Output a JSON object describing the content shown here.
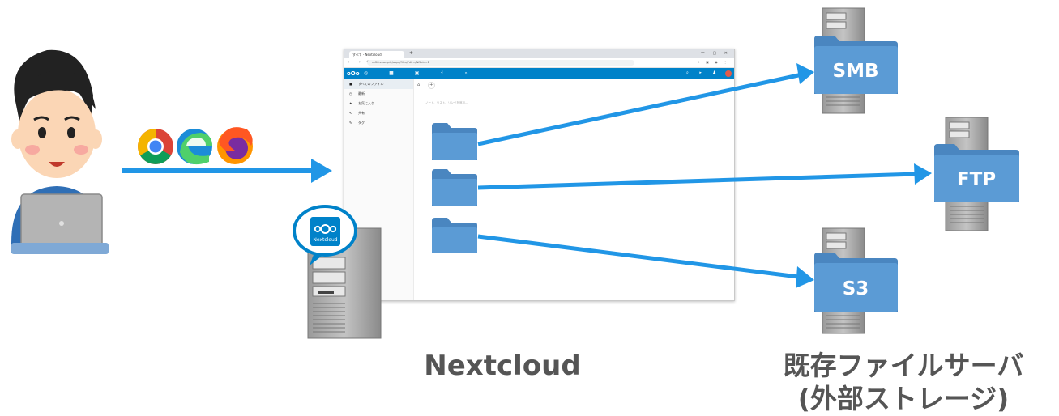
{
  "labels": {
    "nextcloud": "Nextcloud",
    "servers_line1": "既存ファイルサーバ",
    "servers_line2": "(外部ストレージ)"
  },
  "storages": [
    {
      "label": "SMB"
    },
    {
      "label": "FTP"
    },
    {
      "label": "S3"
    }
  ],
  "browsers": [
    {
      "icon": "chrome-icon"
    },
    {
      "icon": "edge-icon"
    },
    {
      "icon": "firefox-icon"
    }
  ],
  "nextcloud_badge": "Nextcloud",
  "screenshot": {
    "tab_title": "すべて - Nextcloud",
    "url": "nc28.example/apps/files/?dir=/&fileid=1",
    "sidebar": [
      {
        "icon": "■",
        "label": "すべてのファイル"
      },
      {
        "icon": "◷",
        "label": "最新"
      },
      {
        "icon": "★",
        "label": "お気に入り"
      },
      {
        "icon": "<",
        "label": "共有"
      },
      {
        "icon": "✎",
        "label": "タグ"
      }
    ],
    "breadcrumb_home": "⌂",
    "breadcrumb_add": "+",
    "empty_hint": "ノート、リスト、リンクを追加..."
  },
  "colors": {
    "arrow": "#2196e6",
    "folder": "#5b9bd5",
    "folder_dark": "#4a86c0",
    "server": "#8c8c8c",
    "nextcloud_blue": "#0082c9",
    "label_gray": "#555555"
  }
}
